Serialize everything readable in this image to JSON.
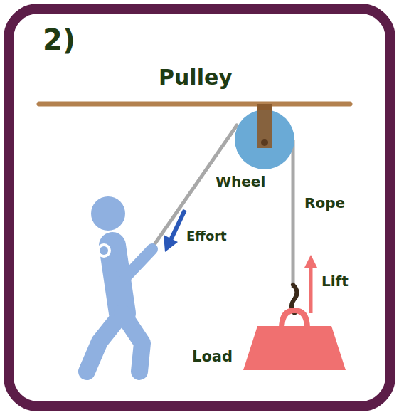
{
  "diagram": {
    "title": "Pulley",
    "labels": [
      "2)",
      "Wheel",
      "Rope",
      "Effort",
      "Lift",
      "Load"
    ]
  }
}
